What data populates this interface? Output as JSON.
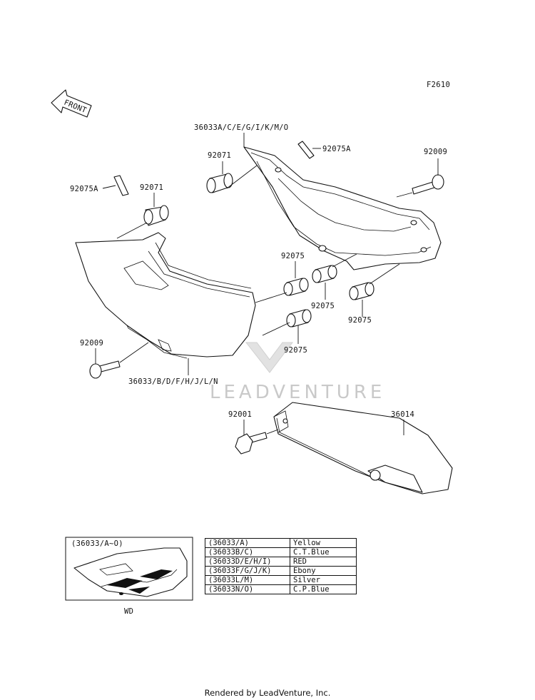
{
  "figure_code": "F2610",
  "front_arrow_label": "FRONT",
  "watermark": "LEADVENTURE",
  "parts": {
    "cover_right": "36033A/C/E/G/I/K/M/O",
    "cover_left": "36033/B/D/F/H/J/L/N",
    "grommet_92071_a": "92071",
    "grommet_92071_b": "92071",
    "pin_92075A_a": "92075A",
    "pin_92075A_b": "92075A",
    "bolt_92009_a": "92009",
    "bolt_92009_b": "92009",
    "damper_92075_a": "92075",
    "damper_92075_b": "92075",
    "damper_92075_c": "92075",
    "damper_92075_d": "92075",
    "bolt_92001": "92001",
    "cover_36014": "36014"
  },
  "inset": {
    "title": "(36033/A~O)",
    "caption": "WD"
  },
  "color_table": [
    {
      "code": "(36033/A)",
      "color": "Yellow"
    },
    {
      "code": "(36033B/C)",
      "color": "C.T.Blue"
    },
    {
      "code": "(36033D/E/H/I)",
      "color": "RED"
    },
    {
      "code": "(36033F/G/J/K)",
      "color": "Ebony"
    },
    {
      "code": "(36033L/M)",
      "color": "Silver"
    },
    {
      "code": "(36033N/O)",
      "color": "C.P.Blue"
    }
  ],
  "footer": "Rendered by LeadVenture, Inc."
}
